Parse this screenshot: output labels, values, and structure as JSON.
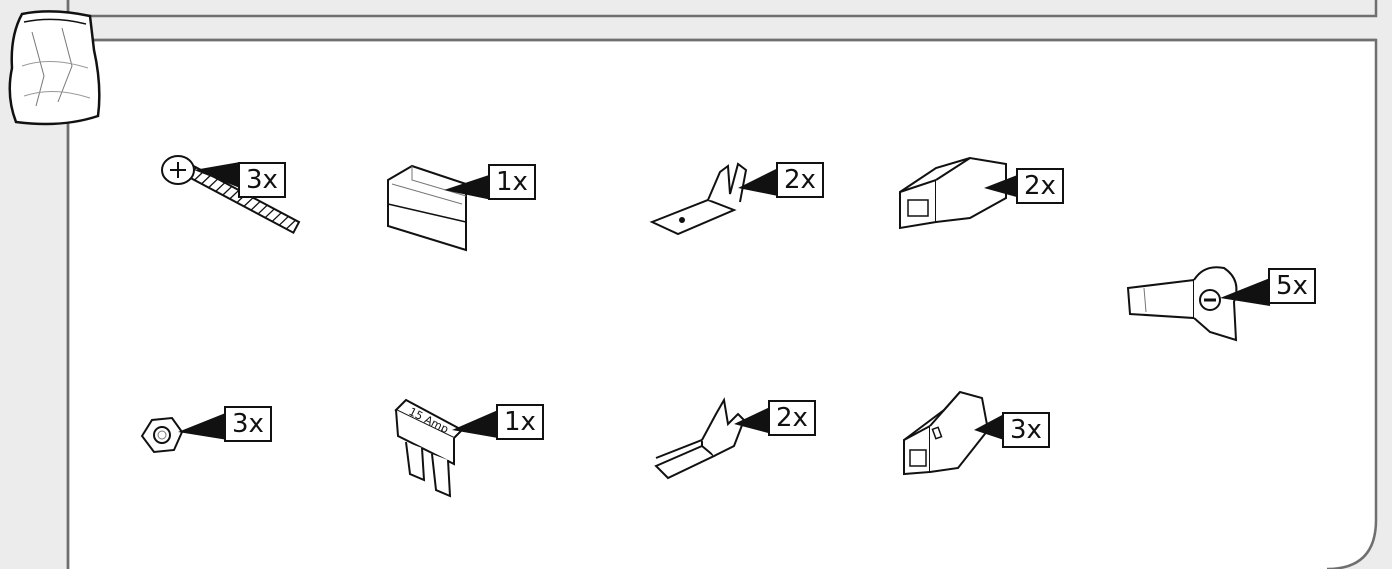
{
  "parts": [
    {
      "id": "screw",
      "qty": "3x"
    },
    {
      "id": "connector-housing",
      "qty": "1x"
    },
    {
      "id": "male-terminal",
      "qty": "2x"
    },
    {
      "id": "flat-plug-connector",
      "qty": "2x"
    },
    {
      "id": "splice-connector",
      "qty": "5x"
    },
    {
      "id": "hex-nut",
      "qty": "3x"
    },
    {
      "id": "blade-fuse",
      "qty": "1x",
      "fuse_label": "15 Amp"
    },
    {
      "id": "female-terminal",
      "qty": "2x"
    },
    {
      "id": "socket-connector",
      "qty": "3x"
    }
  ]
}
